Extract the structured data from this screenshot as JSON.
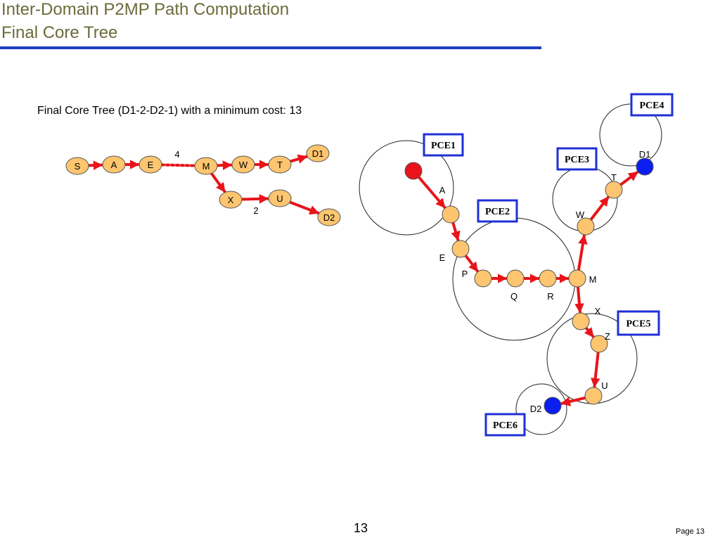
{
  "slide": {
    "title_line1": "Inter-Domain P2MP Path Computation",
    "title_line2": "Final Core Tree",
    "subtitle": "Final Core Tree (D1-2-D2-1) with a minimum cost: 13",
    "footer_number": "13",
    "footer_page": "Page 13"
  },
  "colors": {
    "title": "#6b6b3a",
    "rule": "#1a3fbf",
    "link": "#e8141a",
    "node_orange": "#fdc56f",
    "node_source": "#e8141a",
    "node_dest": "#0a1ef0",
    "pce_border": "#1f2fd6"
  },
  "left_tree": {
    "nodes": [
      {
        "id": "S",
        "label": "S"
      },
      {
        "id": "A",
        "label": "A"
      },
      {
        "id": "E",
        "label": "E"
      },
      {
        "id": "M",
        "label": "M"
      },
      {
        "id": "W",
        "label": "W"
      },
      {
        "id": "T",
        "label": "T"
      },
      {
        "id": "D1",
        "label": "D1"
      },
      {
        "id": "X",
        "label": "X"
      },
      {
        "id": "U",
        "label": "U"
      },
      {
        "id": "D2",
        "label": "D2"
      }
    ],
    "edges": [
      {
        "from": "S",
        "to": "A",
        "style": "solid"
      },
      {
        "from": "A",
        "to": "E",
        "style": "solid"
      },
      {
        "from": "E",
        "to": "M",
        "style": "dotted"
      },
      {
        "from": "M",
        "to": "W",
        "style": "solid"
      },
      {
        "from": "W",
        "to": "T",
        "style": "solid"
      },
      {
        "from": "T",
        "to": "D1",
        "style": "solid"
      },
      {
        "from": "M",
        "to": "X",
        "style": "solid"
      },
      {
        "from": "X",
        "to": "U",
        "style": "solid"
      },
      {
        "from": "U",
        "to": "D2",
        "style": "solid"
      }
    ],
    "cost_labels": [
      "4",
      "2"
    ]
  },
  "domain_tree": {
    "pce_labels": [
      "PCE1",
      "PCE2",
      "PCE3",
      "PCE4",
      "PCE5",
      "PCE6"
    ],
    "nodes": [
      {
        "id": "S",
        "label": "",
        "kind": "source"
      },
      {
        "id": "A",
        "label": "A",
        "kind": "orange"
      },
      {
        "id": "E",
        "label": "E",
        "kind": "orange"
      },
      {
        "id": "P",
        "label": "P",
        "kind": "orange"
      },
      {
        "id": "Q",
        "label": "Q",
        "kind": "orange"
      },
      {
        "id": "R",
        "label": "R",
        "kind": "orange"
      },
      {
        "id": "M",
        "label": "M",
        "kind": "orange"
      },
      {
        "id": "W",
        "label": "W",
        "kind": "orange"
      },
      {
        "id": "T",
        "label": "T",
        "kind": "orange"
      },
      {
        "id": "D1",
        "label": "D1",
        "kind": "dest"
      },
      {
        "id": "X",
        "label": "X",
        "kind": "orange"
      },
      {
        "id": "Z",
        "label": "Z",
        "kind": "orange"
      },
      {
        "id": "U",
        "label": "U",
        "kind": "orange"
      },
      {
        "id": "D2",
        "label": "D2",
        "kind": "dest"
      }
    ],
    "edges": [
      {
        "from": "S",
        "to": "A"
      },
      {
        "from": "A",
        "to": "E"
      },
      {
        "from": "E",
        "to": "P"
      },
      {
        "from": "P",
        "to": "Q"
      },
      {
        "from": "Q",
        "to": "R"
      },
      {
        "from": "R",
        "to": "M"
      },
      {
        "from": "M",
        "to": "W"
      },
      {
        "from": "W",
        "to": "T"
      },
      {
        "from": "T",
        "to": "D1"
      },
      {
        "from": "M",
        "to": "X"
      },
      {
        "from": "X",
        "to": "Z"
      },
      {
        "from": "Z",
        "to": "U"
      },
      {
        "from": "U",
        "to": "D2"
      }
    ]
  }
}
